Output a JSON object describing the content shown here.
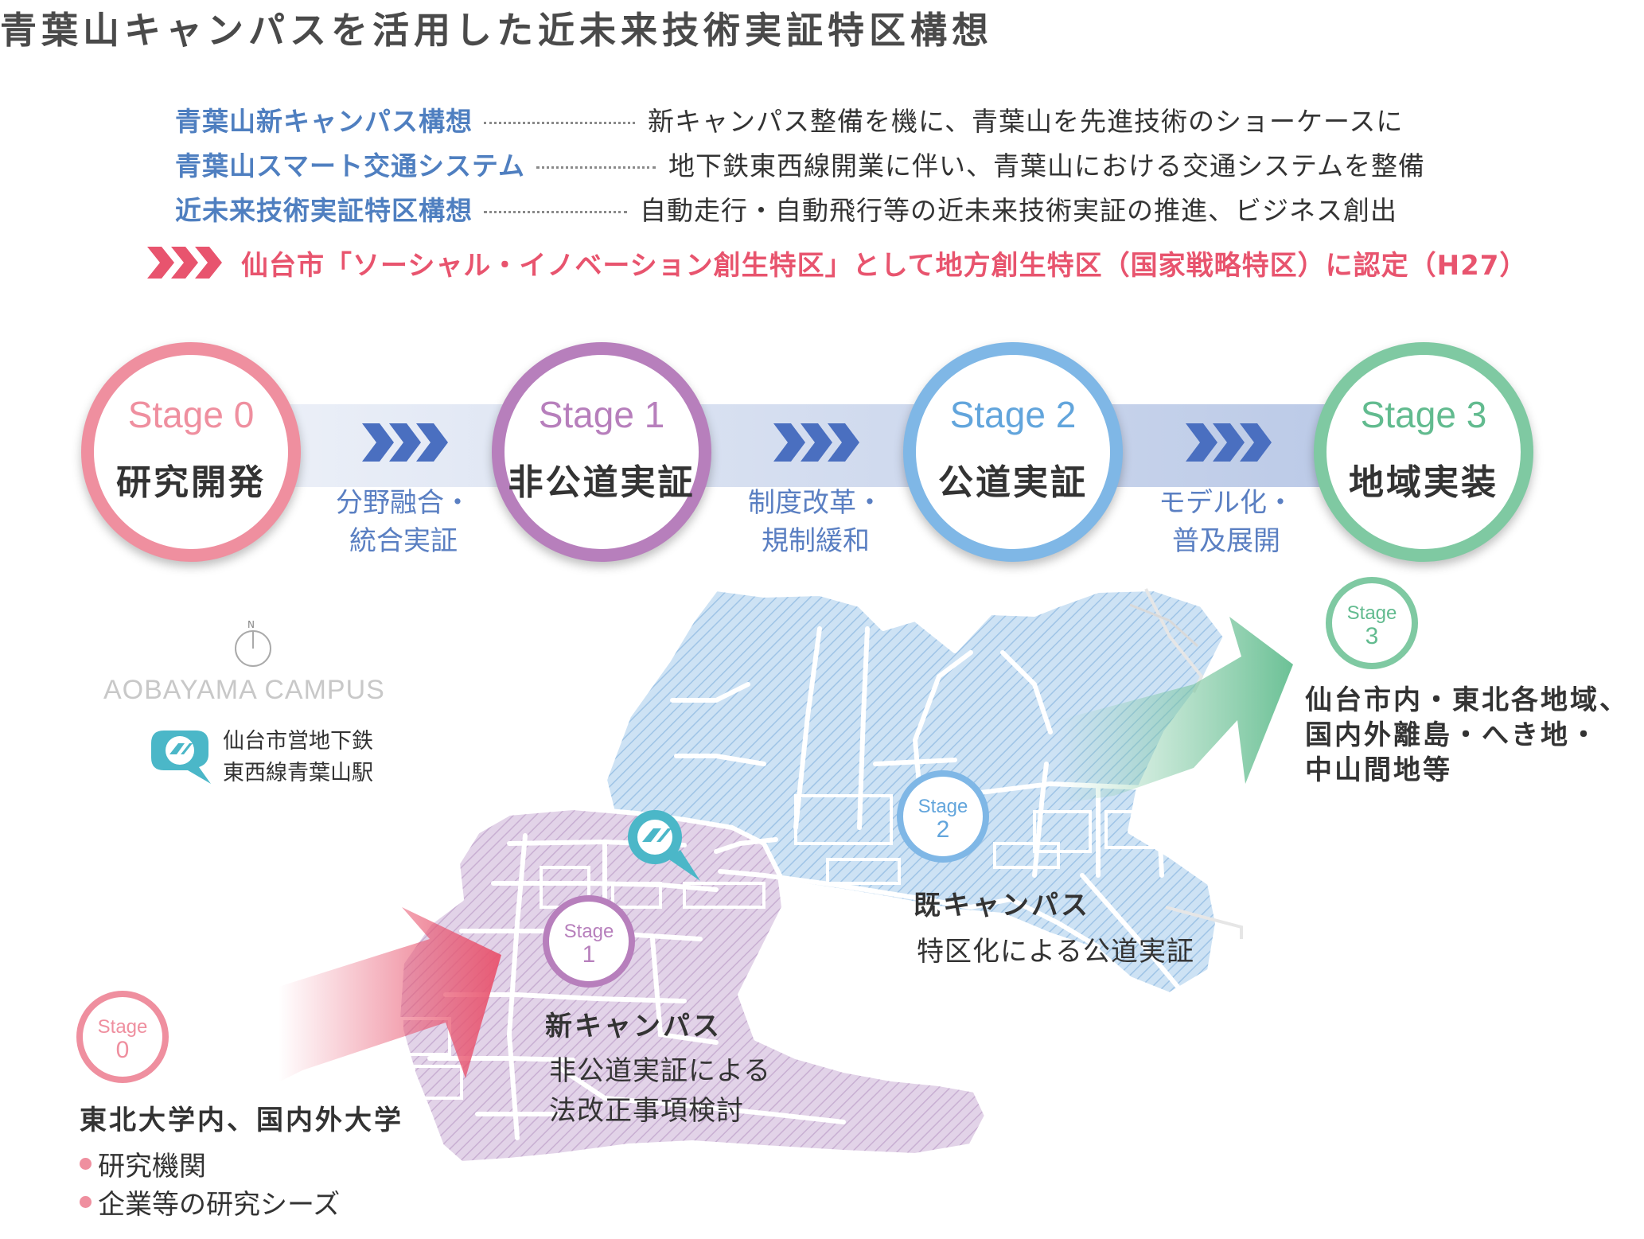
{
  "title": "青葉山キャンパスを活用した近未来技術実証特区構想",
  "concepts": [
    {
      "name": "青葉山新キャンパス構想",
      "desc": "新キャンパス整備を機に、青葉山を先進技術のショーケースに"
    },
    {
      "name": "青葉山スマート交通システム",
      "desc": "地下鉄東西線開業に伴い、青葉山における交通システムを整備"
    },
    {
      "name": "近未来技術実証特区構想",
      "desc": "自動走行・自動飛行等の近未来技術実証の推進、ビジネス創出"
    }
  ],
  "designation": "仙台市「ソーシャル・イノベーション創生特区」として地方創生特区（国家戦略特区）に認定（H27）",
  "stages": [
    {
      "label": "Stage 0",
      "name": "研究開発",
      "color": "#ef8f9f",
      "text_color": "#ef8f9f"
    },
    {
      "label": "Stage 1",
      "name": "非公道実証",
      "color": "#b77fbc",
      "text_color": "#b77fbc"
    },
    {
      "label": "Stage 2",
      "name": "公道実証",
      "color": "#7fb7e6",
      "text_color": "#62a5dc"
    },
    {
      "label": "Stage 3",
      "name": "地域実装",
      "color": "#7fc9a2",
      "text_color": "#62bb8f"
    }
  ],
  "transitions": [
    {
      "line1": "分野融合・",
      "line2": "統合実証"
    },
    {
      "line1": "制度改革・",
      "line2": "規制緩和"
    },
    {
      "line1": "モデル化・",
      "line2": "普及展開"
    }
  ],
  "colors": {
    "arrow_blue": "#4a6fc0",
    "band": "#d3dcef",
    "accent_pink": "#e8546e",
    "concept_blue": "#4f7fc0"
  },
  "map": {
    "compass": "N",
    "campus_label": "AOBAYAMA CAMPUS",
    "station_line1": "仙台市営地下鉄",
    "station_line2": "東西線青葉山駅",
    "station_icon": "subway-station-icon",
    "badges": [
      {
        "word": "Stage",
        "num": "0"
      },
      {
        "word": "Stage",
        "num": "1"
      },
      {
        "word": "Stage",
        "num": "2"
      },
      {
        "word": "Stage",
        "num": "3"
      }
    ],
    "stage0": {
      "title": "東北大学内、国内外大学",
      "items": [
        "研究機関",
        "企業等の研究シーズ"
      ]
    },
    "stage1": {
      "title": "新キャンパス",
      "line1": "非公道実証による",
      "line2": "法改正事項検討"
    },
    "stage2": {
      "title": "既キャンパス",
      "line1": "特区化による公道実証"
    },
    "stage3": {
      "line1": "仙台市内・東北各地域、",
      "line2": "国内外離島・へき地・",
      "line3": "中山間地等"
    }
  }
}
